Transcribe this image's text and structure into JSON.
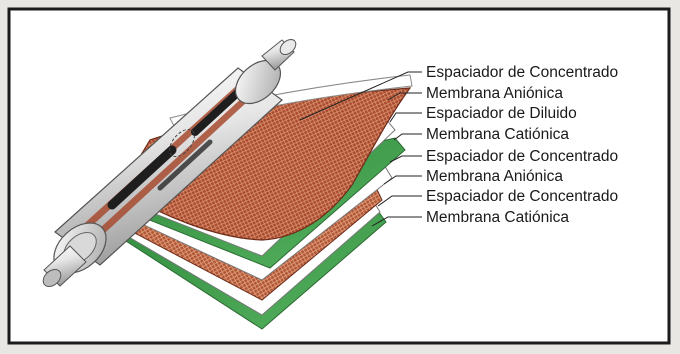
{
  "diagram": {
    "labels": [
      "Espaciador de Concentrado",
      "Membrana Aniónica",
      "Espaciador de Diluido",
      "Membrana Catiónica",
      "Espaciador de Concentrado",
      "Membrana Aniónica",
      "Espaciador de Concentrado",
      "Membrana Catiónica"
    ],
    "colors": {
      "frame": "#1b1b1b",
      "background": "#ffffff",
      "anion_membrane": "#a9482d",
      "cation_membrane": "#3e9a4a",
      "spacer": "#ffffff",
      "concentrate_spacer_mesh": "#b4583a",
      "leader_line": "#222222"
    },
    "icons": [
      "spiral-wound-module-core-tube-icon"
    ]
  }
}
